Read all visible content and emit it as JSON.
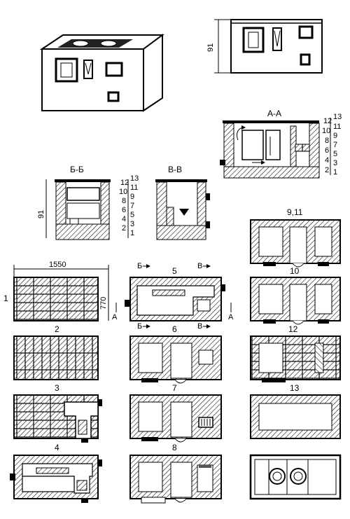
{
  "dimensions": {
    "height_elev": "91",
    "height_section": "91",
    "width": "1550",
    "depth": "770"
  },
  "sections": {
    "aa": "А-А",
    "bb": "Б-Б",
    "vv": "В-В"
  },
  "cut_marks": {
    "a": "А",
    "b": "Б",
    "v": "В"
  },
  "course_labels_left": [
    "12",
    "10",
    "8",
    "6",
    "4",
    "2"
  ],
  "course_labels_right": [
    "13",
    "11",
    "9",
    "7",
    "5",
    "3",
    "1"
  ],
  "plans": [
    {
      "id": "1",
      "label": "1"
    },
    {
      "id": "2",
      "label": "2"
    },
    {
      "id": "3",
      "label": "3"
    },
    {
      "id": "4",
      "label": "4"
    },
    {
      "id": "5",
      "label": "5"
    },
    {
      "id": "6",
      "label": "6"
    },
    {
      "id": "7",
      "label": "7"
    },
    {
      "id": "8",
      "label": "8"
    },
    {
      "id": "9",
      "label": "9,11"
    },
    {
      "id": "10",
      "label": "10"
    },
    {
      "id": "12",
      "label": "12"
    },
    {
      "id": "13",
      "label": "13"
    }
  ]
}
